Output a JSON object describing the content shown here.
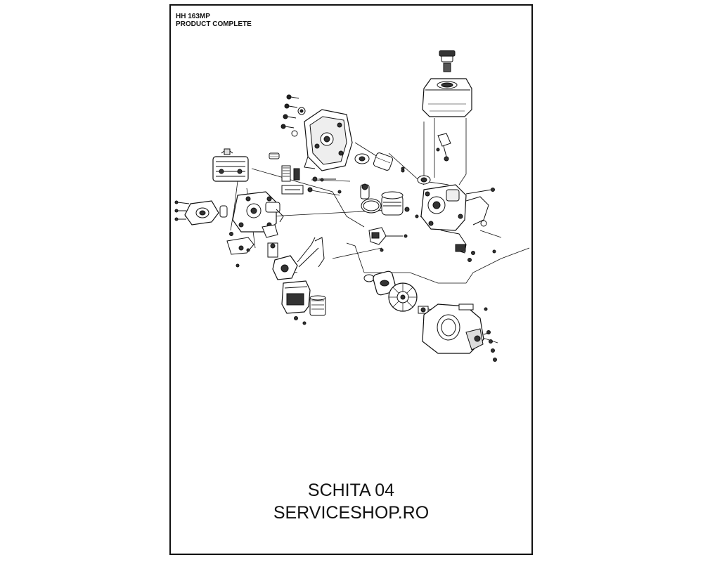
{
  "header": {
    "model": "HH 163MP",
    "subtitle": "PRODUCT COMPLETE"
  },
  "caption": {
    "line1": "SCHITA 04",
    "line2": "SERVICESHOP.RO"
  },
  "colors": {
    "ink": "#111111",
    "paper": "#ffffff"
  }
}
